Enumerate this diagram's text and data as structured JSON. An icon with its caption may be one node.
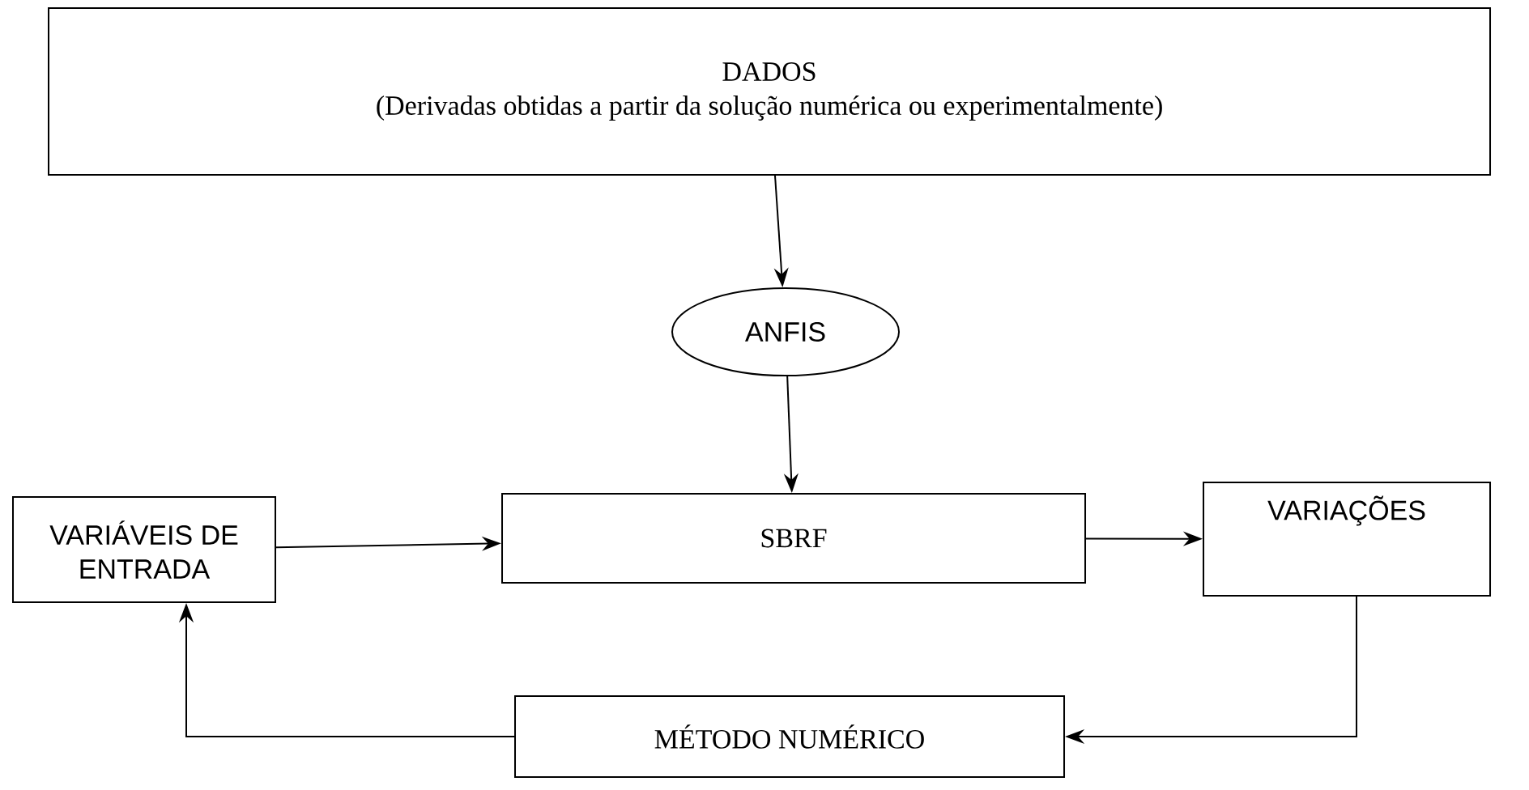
{
  "diagram": {
    "nodes": [
      {
        "text": [
          "DADOS",
          "(Derivadas obtidas a partir da solução numérica ou experimentalmente)"
        ]
      },
      {
        "text": [
          "ANFIS"
        ]
      },
      {
        "text": [
          "VARIÁVEIS DE ENTRADA"
        ]
      },
      {
        "text": [
          "SBRF"
        ]
      },
      {
        "text": [
          "VARIAÇÕES"
        ]
      },
      {
        "text": [
          "MÉTODO NUMÉRICO"
        ]
      }
    ],
    "edges": [
      {
        "from": 0,
        "to": 1,
        "arrow": "to"
      },
      {
        "from": 1,
        "to": 3,
        "arrow": "to"
      },
      {
        "from": 2,
        "to": 3,
        "arrow": "to"
      },
      {
        "from": 3,
        "to": 4,
        "arrow": "to"
      },
      {
        "from": 4,
        "to": 5,
        "arrow": "to"
      },
      {
        "from": 5,
        "to": 2,
        "arrow": "to"
      }
    ]
  }
}
